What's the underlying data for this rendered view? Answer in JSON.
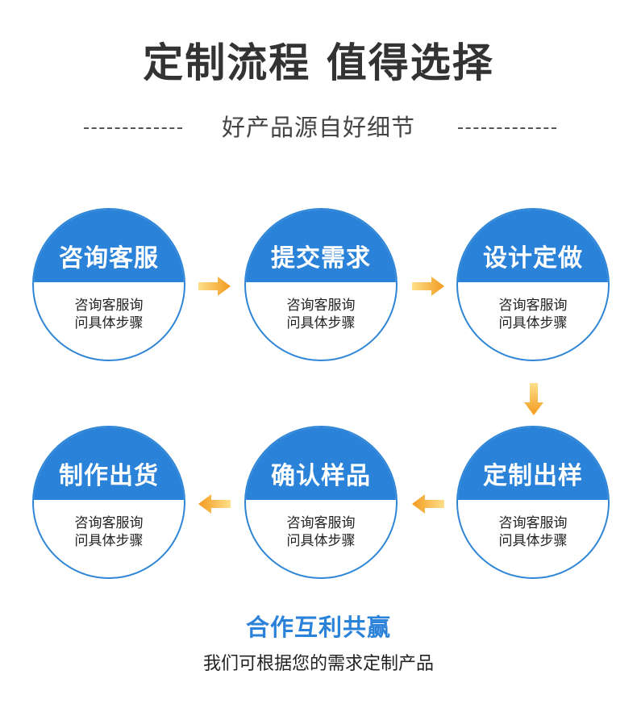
{
  "header": {
    "title": "定制流程 值得选择",
    "subtitle": "好产品源自好细节"
  },
  "steps": [
    {
      "name": "咨询客服",
      "desc_line1": "咨询客服询",
      "desc_line2": "问具体步骤"
    },
    {
      "name": "提交需求",
      "desc_line1": "咨询客服询",
      "desc_line2": "问具体步骤"
    },
    {
      "name": "设计定做",
      "desc_line1": "咨询客服询",
      "desc_line2": "问具体步骤"
    },
    {
      "name": "定制出样",
      "desc_line1": "咨询客服询",
      "desc_line2": "问具体步骤"
    },
    {
      "name": "确认样品",
      "desc_line1": "咨询客服询",
      "desc_line2": "问具体步骤"
    },
    {
      "name": "制作出货",
      "desc_line1": "咨询客服询",
      "desc_line2": "问具体步骤"
    }
  ],
  "footer": {
    "title": "合作互利共赢",
    "subtitle": "我们可根据您的需求定制产品"
  },
  "colors": {
    "accent_blue": "#2b82d9",
    "arrow_orange": "#f5a623"
  },
  "icons": {
    "arrow": "orange-arrow-icon"
  }
}
